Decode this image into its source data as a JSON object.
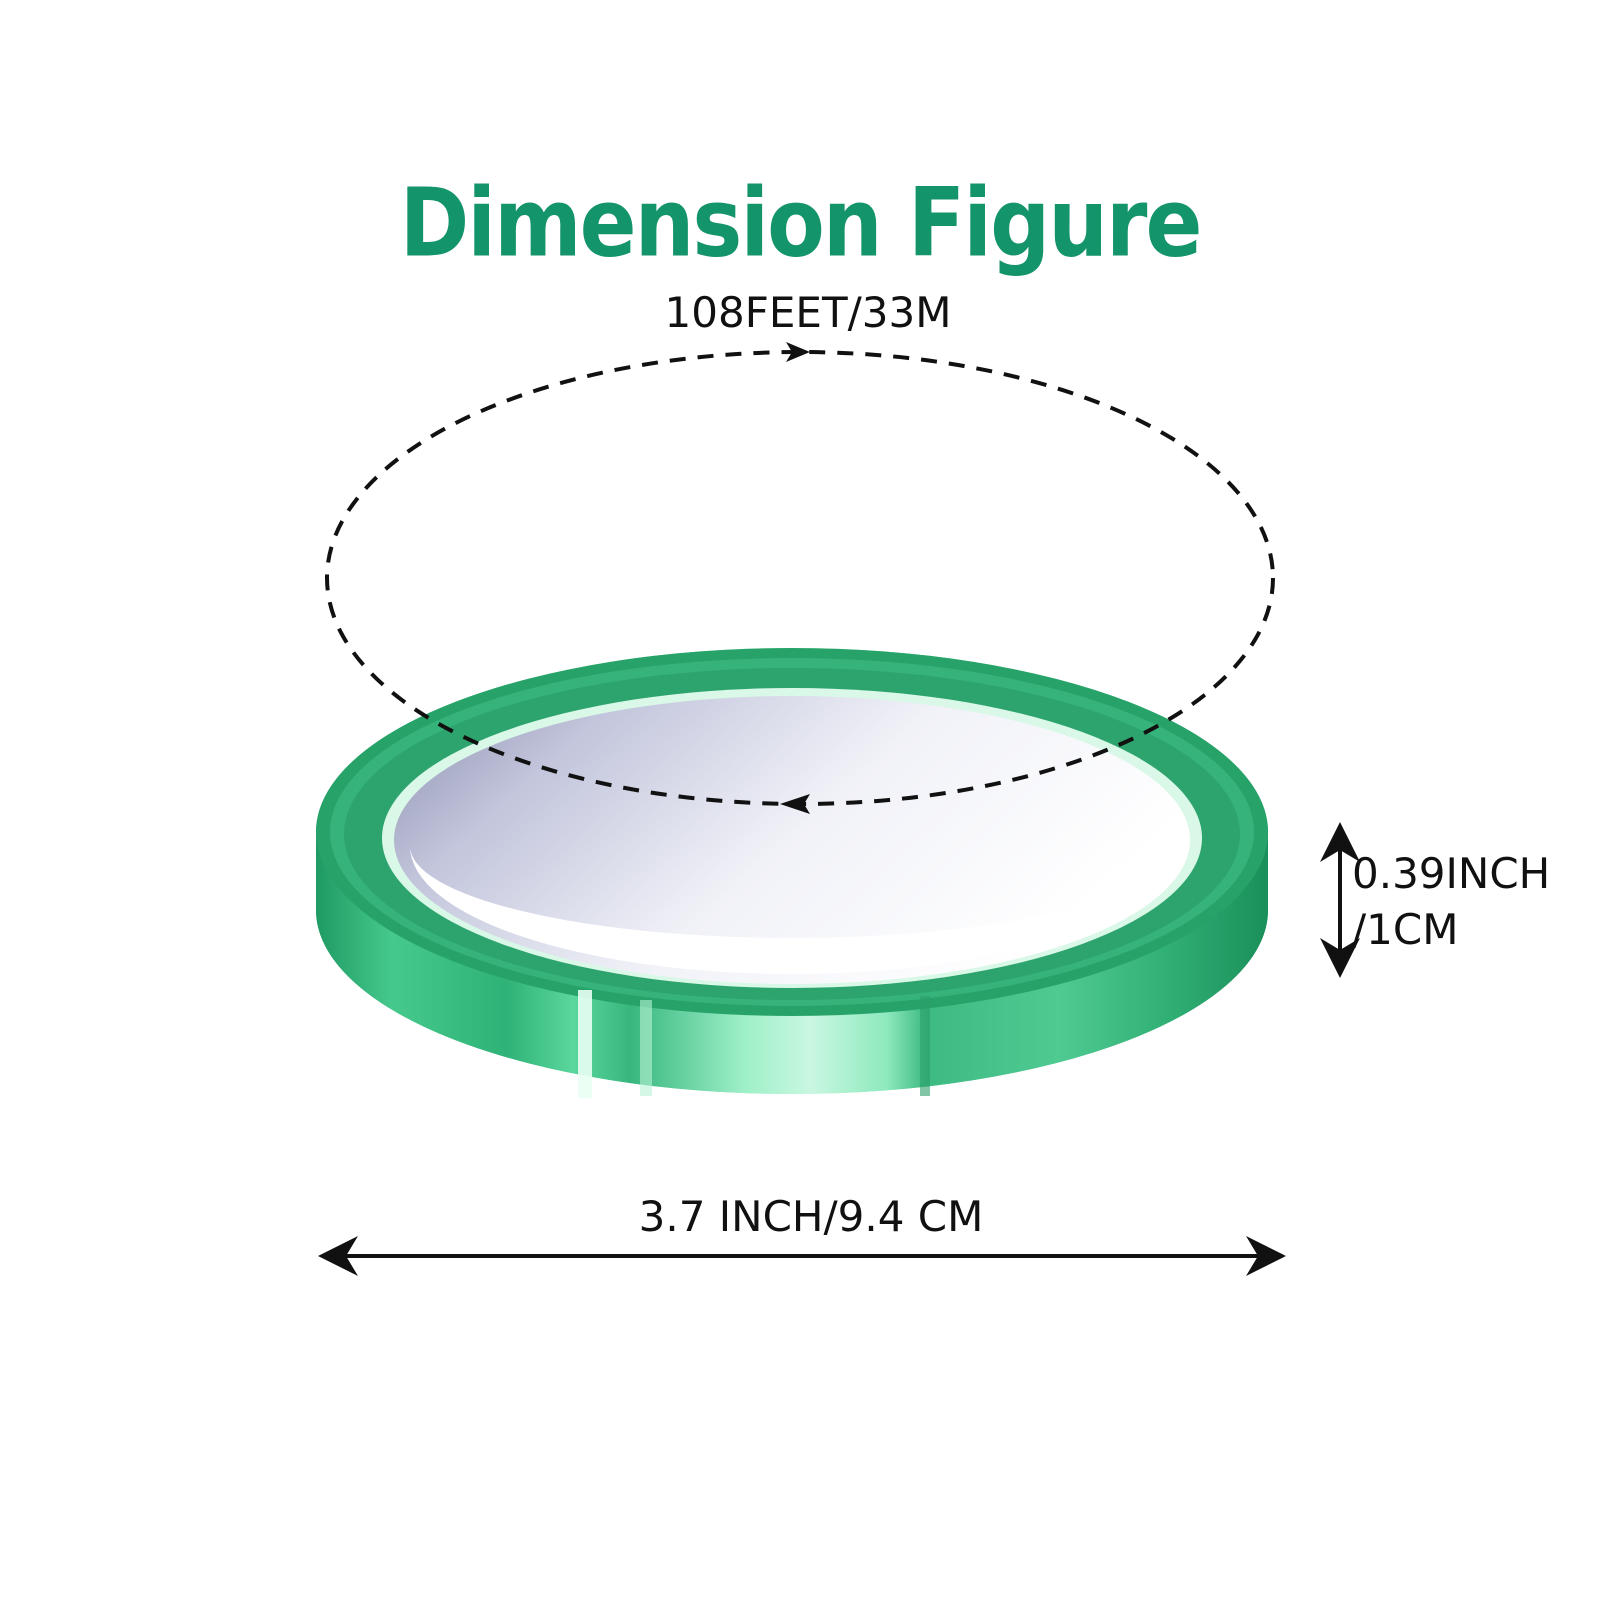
{
  "figure": {
    "title": "Dimension Figure",
    "length_label": "108FEET/33M",
    "height_label_line1": "0.39INCH",
    "height_label_line2": "/1CM",
    "width_label": "3.7 INCH/9.4 CM"
  },
  "colors": {
    "title": "#14946a",
    "tape_dark": "#1f9a5f",
    "tape_light": "#7fe8b8",
    "ink": "#111111"
  }
}
